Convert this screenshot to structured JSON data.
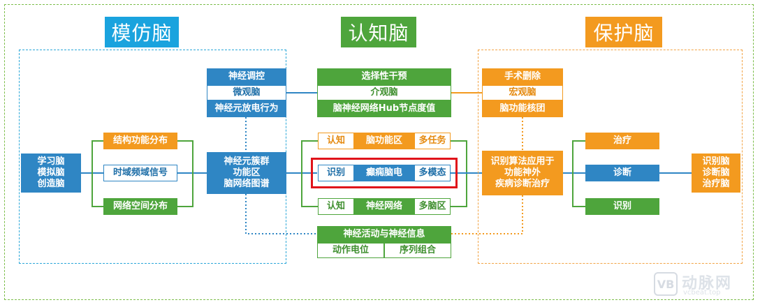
{
  "headers": {
    "left": "模仿脑",
    "center": "认知脑",
    "right": "保护脑"
  },
  "left": {
    "learning": [
      "学习脑",
      "模拟脑",
      "创造脑"
    ],
    "structure": "结构功能分布",
    "timefreq": "时域频域信号",
    "network_space": "网络空间分布",
    "neuro_group": [
      "神经元簇群",
      "功能区",
      "脑网络图谱"
    ]
  },
  "micro": {
    "top": "神经调控",
    "mid": "微观脑",
    "bottom": "神经元放电行为"
  },
  "center": {
    "top": {
      "top": "选择性干预",
      "mid": "介观脑",
      "bottom": "脑神经网络Hub节点度值"
    },
    "row1": [
      "认知",
      "脑功能区",
      "多任务"
    ],
    "row2": [
      "识别",
      "癫痫脑电",
      "多模态"
    ],
    "row3": [
      "认知",
      "神经网络",
      "多脑区"
    ],
    "bottom": {
      "top": "神经活动与神经信息",
      "left": "动作电位",
      "right": "序列组合"
    }
  },
  "macro": {
    "top": "手术删除",
    "mid": "宏观脑",
    "bottom": "脑功能核团"
  },
  "right": {
    "algo": [
      "识别算法应用于",
      "功能神外",
      "疾病诊断治疗"
    ],
    "treat": "治疗",
    "diagnose": "诊断",
    "identify": "识别",
    "brains": [
      "识别脑",
      "诊断脑",
      "治疗脑"
    ]
  },
  "watermark": {
    "logo": "VB",
    "cn": "动脉网",
    "en": "vcbeat.top"
  },
  "colors": {
    "blue": "#2f86c4",
    "light_blue_header": "#1aa3de",
    "green": "#4ea53c",
    "orange": "#f39a1f",
    "red": "#e0131a"
  }
}
